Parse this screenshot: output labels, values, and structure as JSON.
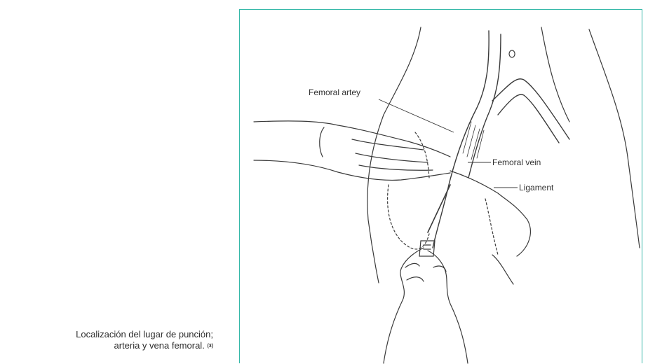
{
  "caption": {
    "line1": "Localización del lugar de punción;",
    "line2": "arteria y vena femoral.",
    "reference": "(3)"
  },
  "figure": {
    "frame_color": "#35b8a8",
    "labels": {
      "femoral_artery": "Femoral artey",
      "femoral_vein": "Femoral vein",
      "ligament": "Ligament"
    }
  }
}
